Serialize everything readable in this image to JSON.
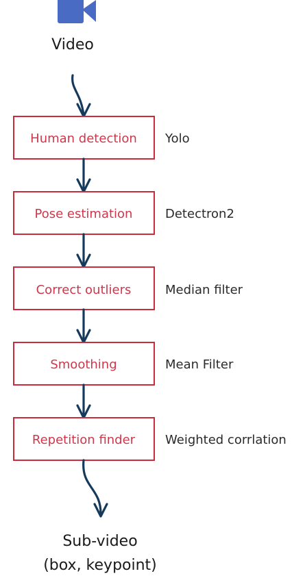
{
  "input": {
    "icon": "video-camera-icon",
    "label": "Video"
  },
  "steps": [
    {
      "label": "Human detection",
      "tool": "Yolo"
    },
    {
      "label": "Pose estimation",
      "tool": "Detectron2"
    },
    {
      "label": "Correct outliers",
      "tool": "Median filter"
    },
    {
      "label": "Smoothing",
      "tool": "Mean Filter"
    },
    {
      "label": "Repetition finder",
      "tool": "Weighted corrlation"
    }
  ],
  "output": {
    "line1": "Sub-video",
    "line2": "(box, keypoint)"
  },
  "colors": {
    "icon": "#4a6bc4",
    "box_border": "#cc2a3c",
    "step_text": "#d0364a",
    "arrow": "#153a5b"
  }
}
